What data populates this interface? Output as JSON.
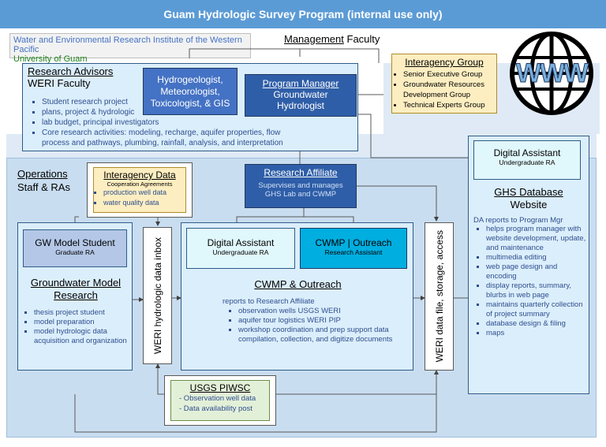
{
  "banner": {
    "title": "Guam Hydrologic Survey Program (internal use only)"
  },
  "management": {
    "weri_name": "Water and Environmental Research Institute of the Western Pacific",
    "university": "University of Guam",
    "label_u": "Management",
    "label_rest": " Faculty"
  },
  "research_advisors": {
    "title_line1": "Research Advisors",
    "title_line2": "WERI Faculty",
    "items": [
      "Student research project",
      "plans, project & hydrologic",
      "lab budget, principal investigators",
      "Core research activities: modeling, recharge, aquifer properties, flow process and pathways, plumbing, rainfall, analysis, and interpretation"
    ]
  },
  "hydrogeologist": {
    "text": "Hydrogeologist, Meteorologist, Toxicologist, & GIS"
  },
  "program_manager": {
    "title": "Program Manager",
    "line1": "Groundwater",
    "line2": "Hydrologist"
  },
  "interagency_group": {
    "title": "Interagency Group",
    "items": [
      "Senior Executive Group",
      "Groundwater Resources Development Group",
      "Technical Experts Group"
    ]
  },
  "www_logo": {
    "text": "WWW"
  },
  "operations": {
    "label_u": "Operations",
    "label2": "Staff & RAs"
  },
  "interagency_data": {
    "title": "Interagency Data",
    "subtitle": "Cooperation Agreements",
    "items": [
      "production well data",
      "water quality data"
    ]
  },
  "research_affiliate": {
    "title": "Research Affiliate",
    "line1": "Supervises and manages",
    "line2": "GHS Lab and CWMP"
  },
  "digital_assistant_top": {
    "title": "Digital Assistant",
    "subtitle": "Undergraduate RA"
  },
  "ghs_db": {
    "title_line1": "GHS Database",
    "title_line2": "Website",
    "intro": "DA reports to Program Mgr",
    "items": [
      "helps program manager with website development, update, and maintenance",
      "multimedia editing",
      "web page design and encoding",
      "display reports, summary, blurbs in web page",
      "maintains quarterly collection of project summary",
      "database design & filing",
      "maps"
    ]
  },
  "gw_model_student": {
    "title": "GW Model Student",
    "subtitle": "Graduate RA"
  },
  "gw_model_research": {
    "title_line1": "Groundwater Model",
    "title_line2": "Research",
    "items": [
      "thesis project student",
      "model preparation",
      "model hydrologic data acquisition and organization"
    ]
  },
  "weri_inbox": {
    "text": "WERI hydrologic data inbox"
  },
  "digital_assistant_mid": {
    "title": "Digital Assistant",
    "subtitle": "Undergraduate RA"
  },
  "cwmp_box": {
    "title": "CWMP | Outreach",
    "subtitle": "Research Assistant"
  },
  "cwmp_outreach": {
    "title": "CWMP & Outreach",
    "intro": "reports to Research Affiliate",
    "items": [
      "observation wells USGS WERI",
      "aquifer tour logistics WERI PIP",
      "workshop coordination and prep support data compilation, collection, and digitize documents"
    ]
  },
  "weri_storage": {
    "text": "WERI data file, storage, access"
  },
  "usgs_piwsc": {
    "title": "USGS PIWSC",
    "items": [
      "- Observation well data",
      "- Data availability post"
    ]
  }
}
